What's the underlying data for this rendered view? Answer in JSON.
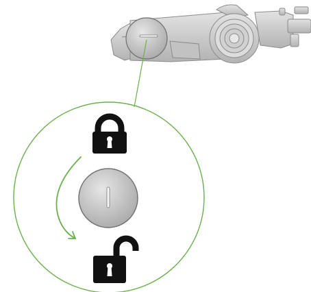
{
  "diagram": {
    "steps": [
      {
        "state": "locked",
        "icon": "padlock-closed-icon"
      },
      {
        "state": "unlocked",
        "icon": "padlock-open-icon"
      }
    ],
    "rotation": {
      "direction": "counter-clockwise",
      "icon": "curved-arrow-icon"
    },
    "colors": {
      "accent_green": "#6ab04c",
      "icon_black": "#111111",
      "device_gray": "#c8c8c8",
      "device_outline": "#8a8a8a"
    }
  }
}
